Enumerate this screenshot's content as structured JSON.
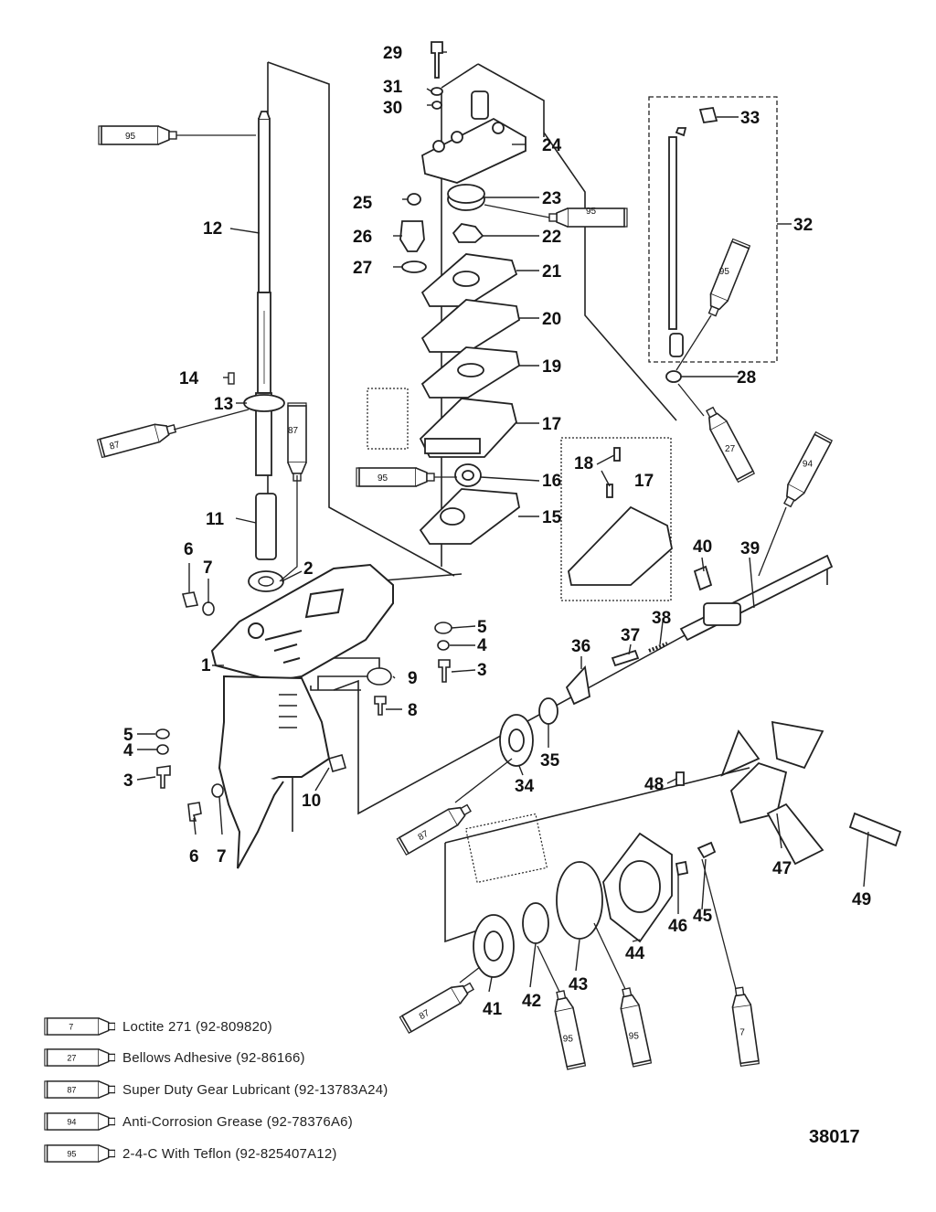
{
  "part_labels": [
    "1",
    "2",
    "3",
    "4",
    "5",
    "6",
    "7",
    "8",
    "9",
    "10",
    "11",
    "12",
    "13",
    "14",
    "15",
    "16",
    "17",
    "18",
    "19",
    "20",
    "21",
    "22",
    "23",
    "24",
    "25",
    "26",
    "27",
    "28",
    "29",
    "30",
    "31",
    "32",
    "33",
    "34",
    "35",
    "36",
    "37",
    "38",
    "39",
    "40",
    "41",
    "42",
    "43",
    "44",
    "45",
    "46",
    "47",
    "48",
    "49"
  ],
  "duplicate_labels": {
    "3b": "3",
    "4b": "4",
    "5b": "5",
    "6b": "6",
    "7a": "7",
    "7b": "7",
    "17b": "17"
  },
  "tube_numbers": {
    "t95": "95",
    "t87": "87",
    "t27": "27",
    "t94": "94",
    "t7": "7"
  },
  "legend": [
    {
      "code": "7",
      "text": "Loctite 271 (92-809820)"
    },
    {
      "code": "27",
      "text": "Bellows Adhesive (92-86166)"
    },
    {
      "code": "87",
      "text": "Super Duty Gear Lubricant (92-13783A24)"
    },
    {
      "code": "94",
      "text": "Anti-Corrosion Grease (92-78376A6)"
    },
    {
      "code": "95",
      "text": "2-4-C  With Teflon (92-825407A12)"
    }
  ],
  "document_number": "38017"
}
